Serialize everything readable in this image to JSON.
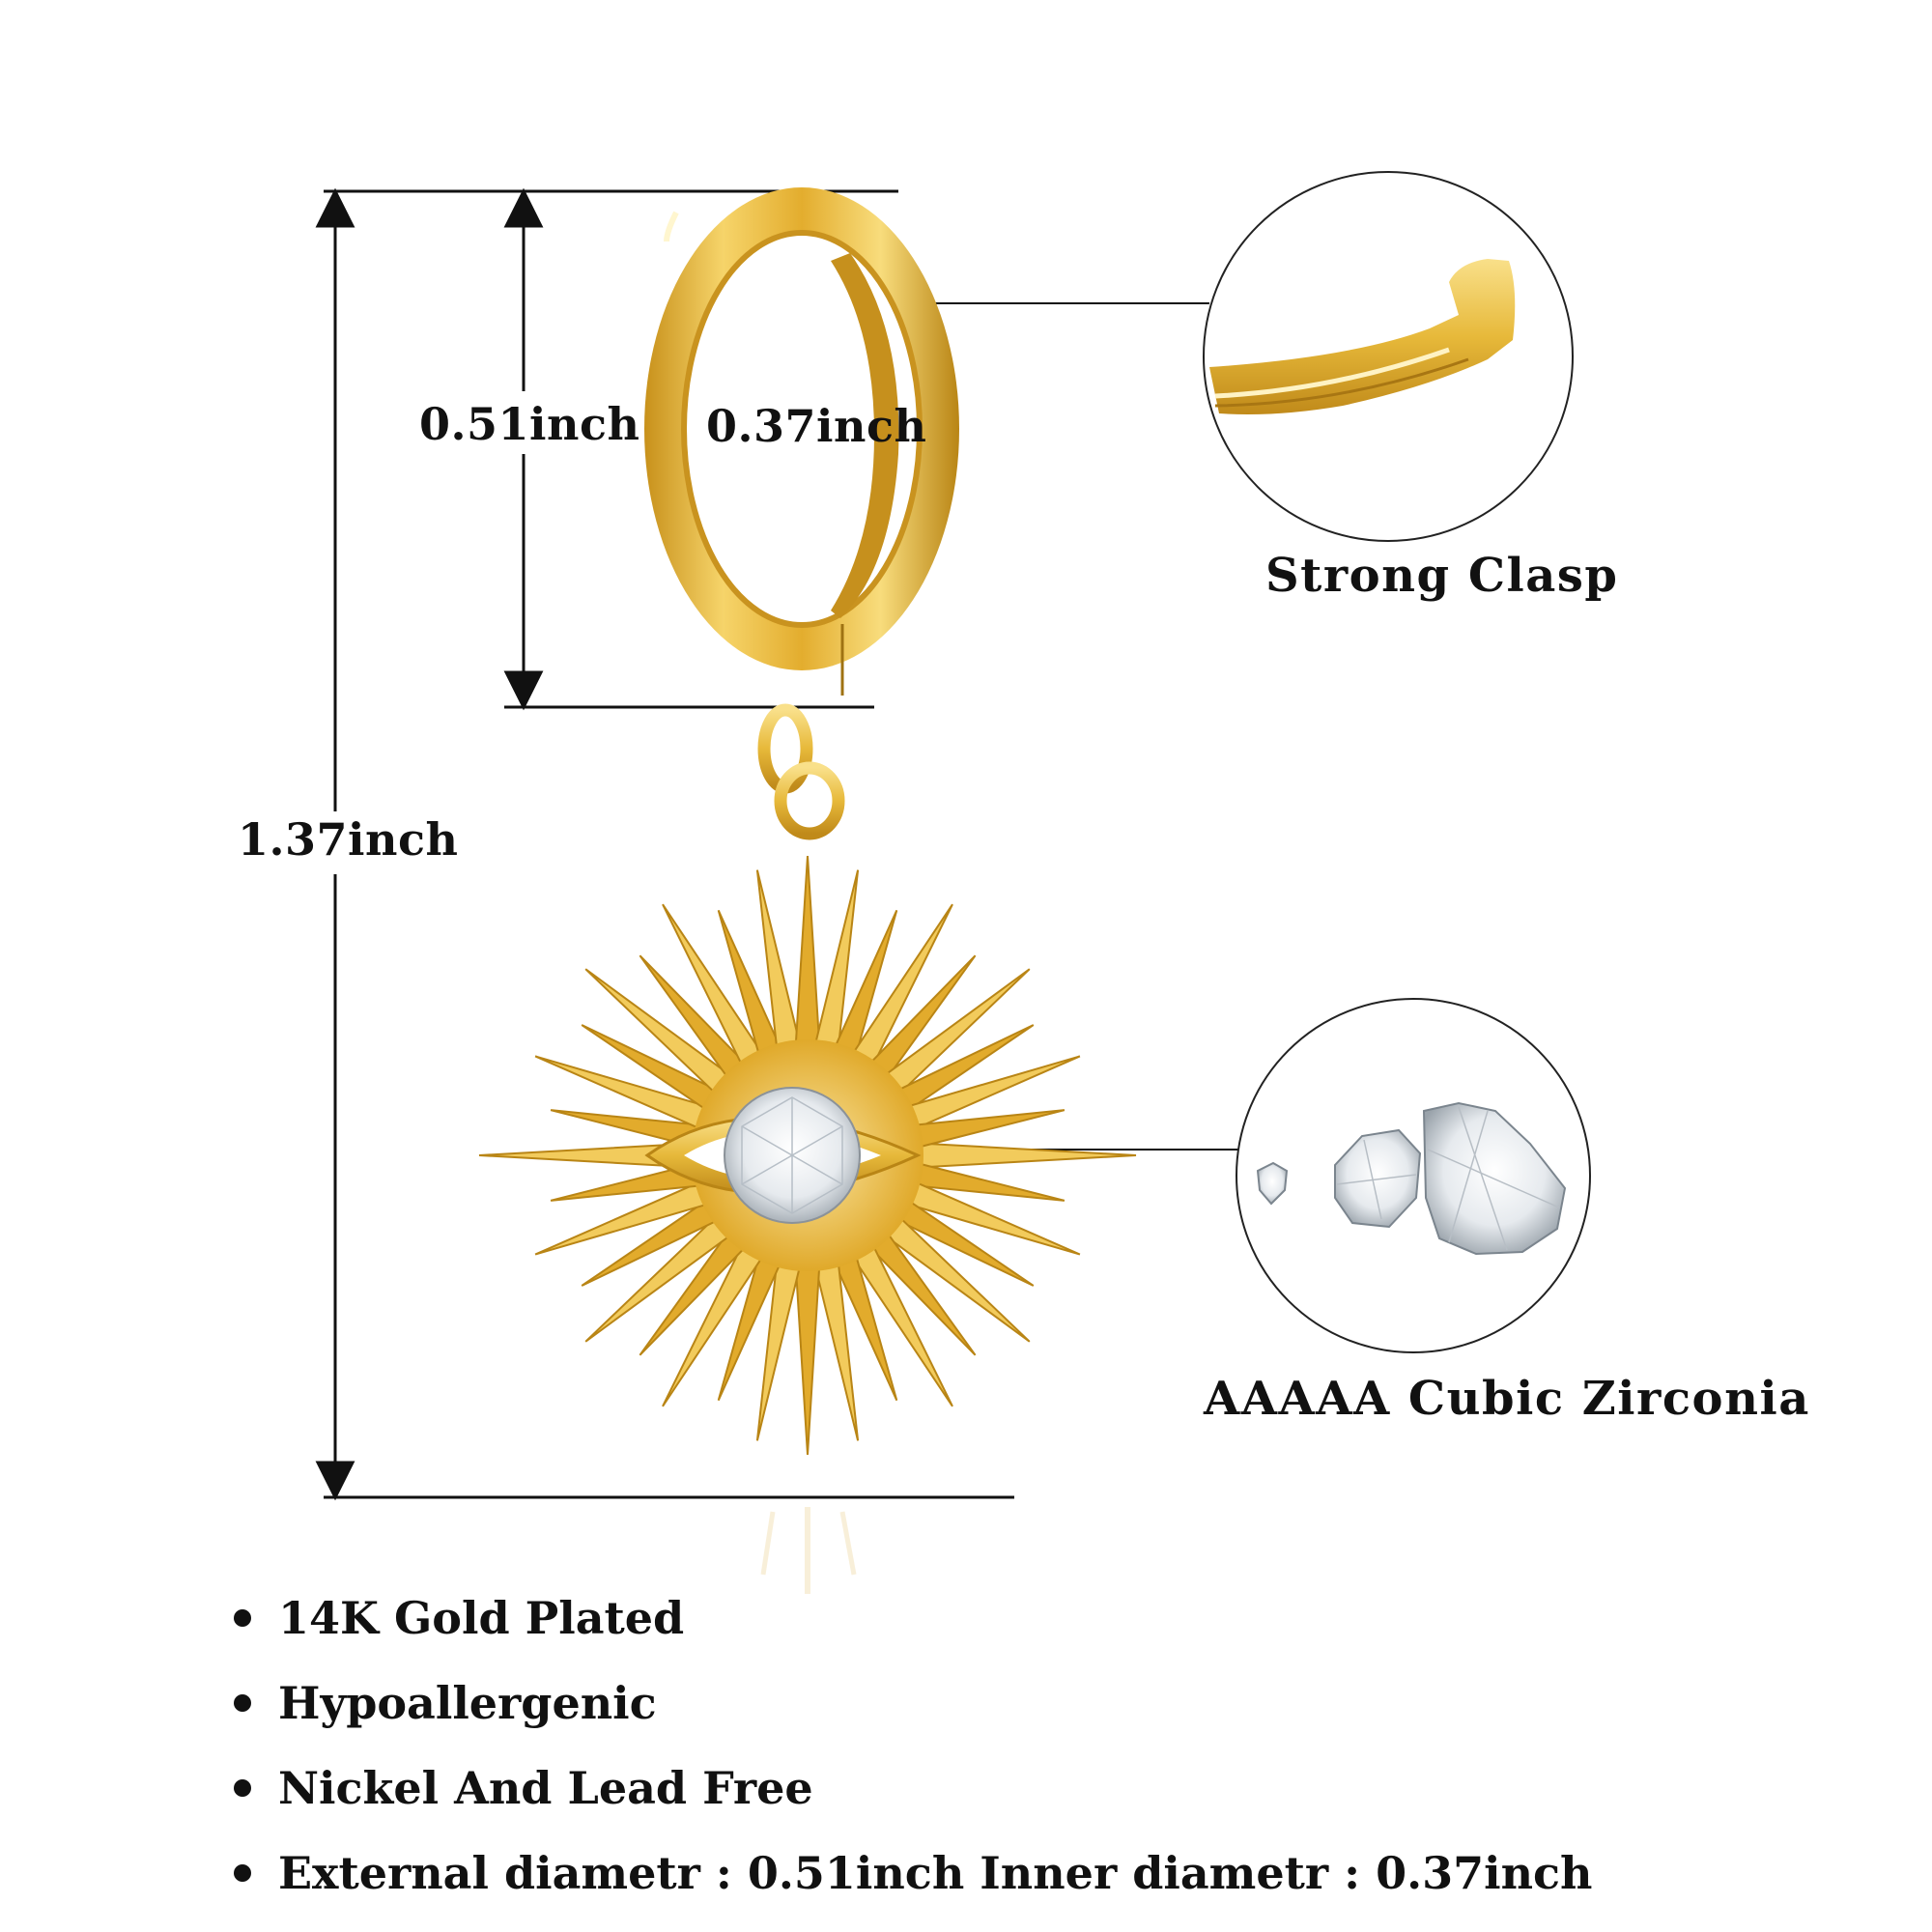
{
  "dimensions": {
    "external_diameter": "0.51inch",
    "inner_diameter": "0.37inch",
    "total_length": "1.37inch"
  },
  "callouts": {
    "clasp": "Strong Clasp",
    "stone": "AAAAA Cubic Zirconia"
  },
  "features": [
    "14K Gold Plated",
    "Hypoallergenic",
    "Nickel And Lead Free",
    "External diametr : 0.51inch Inner diametr : 0.37inch"
  ],
  "colors": {
    "gold": "#e7b93a",
    "gold_light": "#f8dc7c",
    "gold_dark": "#b98515",
    "line": "#111111",
    "background": "#ffffff"
  }
}
